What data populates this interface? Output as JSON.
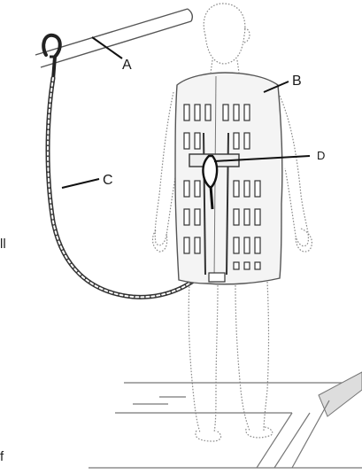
{
  "labels": {
    "a": "A",
    "b": "B",
    "c": "C",
    "d": "D"
  },
  "margin_fragments": {
    "left_mid": "ll",
    "left_bottom": "f"
  },
  "icons": {
    "anchor": "anchor-hook-icon",
    "harness": "harness-vest-icon",
    "lanyard": "lanyard-icon",
    "d_ring": "d-ring-icon"
  }
}
